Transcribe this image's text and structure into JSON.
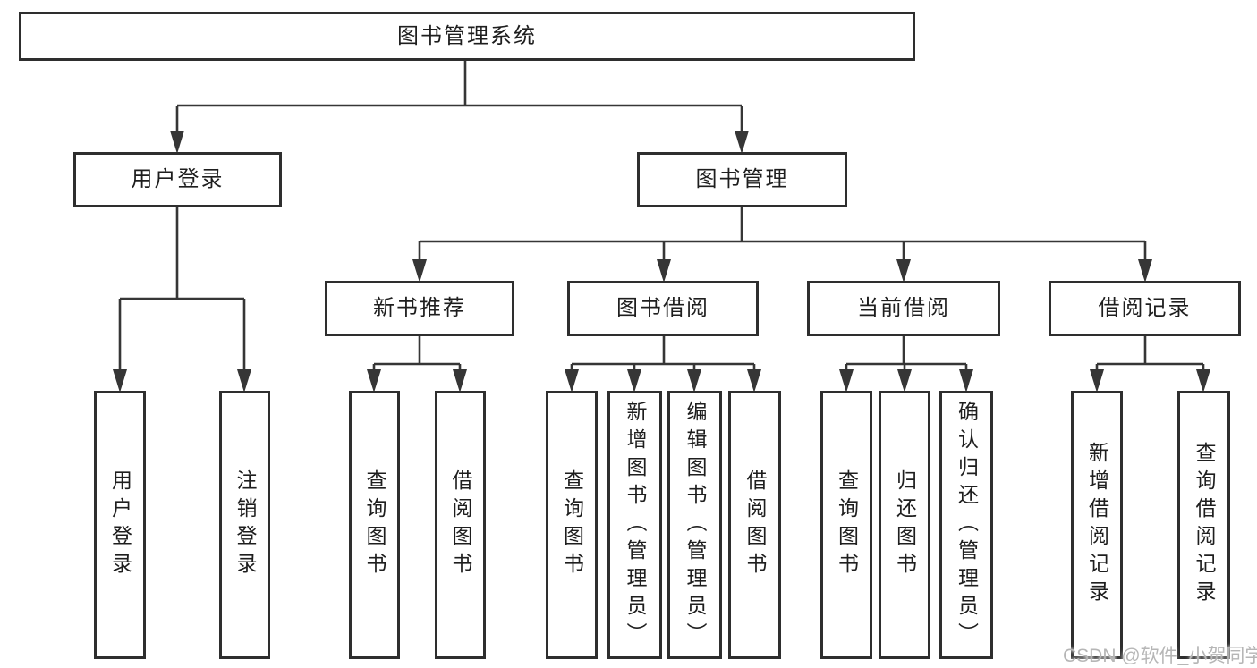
{
  "tree": {
    "root": {
      "label": "图书管理系统",
      "children": [
        {
          "label": "用户登录",
          "children": [
            {
              "label": "用户登录"
            },
            {
              "label": "注销登录"
            }
          ]
        },
        {
          "label": "图书管理",
          "children": [
            {
              "label": "新书推荐",
              "children": [
                {
                  "label": "查询图书"
                },
                {
                  "label": "借阅图书"
                }
              ]
            },
            {
              "label": "图书借阅",
              "children": [
                {
                  "label": "查询图书"
                },
                {
                  "label": "新增图书（管理员）"
                },
                {
                  "label": "编辑图书（管理员）"
                },
                {
                  "label": "借阅图书"
                }
              ]
            },
            {
              "label": "当前借阅",
              "children": [
                {
                  "label": "查询图书"
                },
                {
                  "label": "归还图书"
                },
                {
                  "label": "确认归还（管理员）"
                }
              ]
            },
            {
              "label": "借阅记录",
              "children": [
                {
                  "label": "新增借阅记录"
                },
                {
                  "label": "查询借阅记录"
                }
              ]
            }
          ]
        }
      ]
    }
  },
  "watermark": "CSDN @软件_小贺同学",
  "colors": {
    "line": "#363636",
    "box_border": "#2e2e2e",
    "text": "#1e1e1e",
    "watermark": "#b6b6b6",
    "background": "#ffffff"
  }
}
